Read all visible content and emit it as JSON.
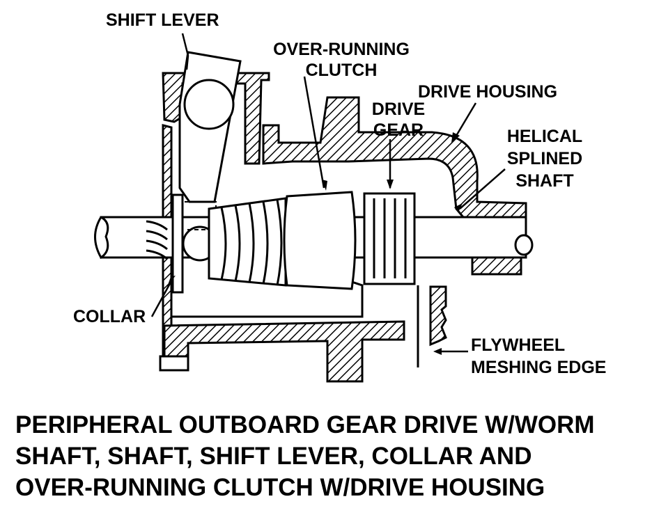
{
  "labels": {
    "shift_lever": "SHIFT LEVER",
    "overrunning_clutch": [
      "OVER-RUNNING",
      "CLUTCH"
    ],
    "drive_housing": "DRIVE HOUSING",
    "drive_gear": [
      "DRIVE",
      "GEAR"
    ],
    "helical_splined_shaft": [
      "HELICAL",
      "SPLINED",
      "SHAFT"
    ],
    "collar": "COLLAR",
    "flywheel_meshing_edge": [
      "FLYWHEEL",
      "MESHING EDGE"
    ]
  },
  "caption": [
    "PERIPHERAL OUTBOARD GEAR DRIVE W/WORM",
    "SHAFT, SHAFT, SHIFT LEVER, COLLAR AND",
    "OVER-RUNNING CLUTCH W/DRIVE HOUSING"
  ]
}
